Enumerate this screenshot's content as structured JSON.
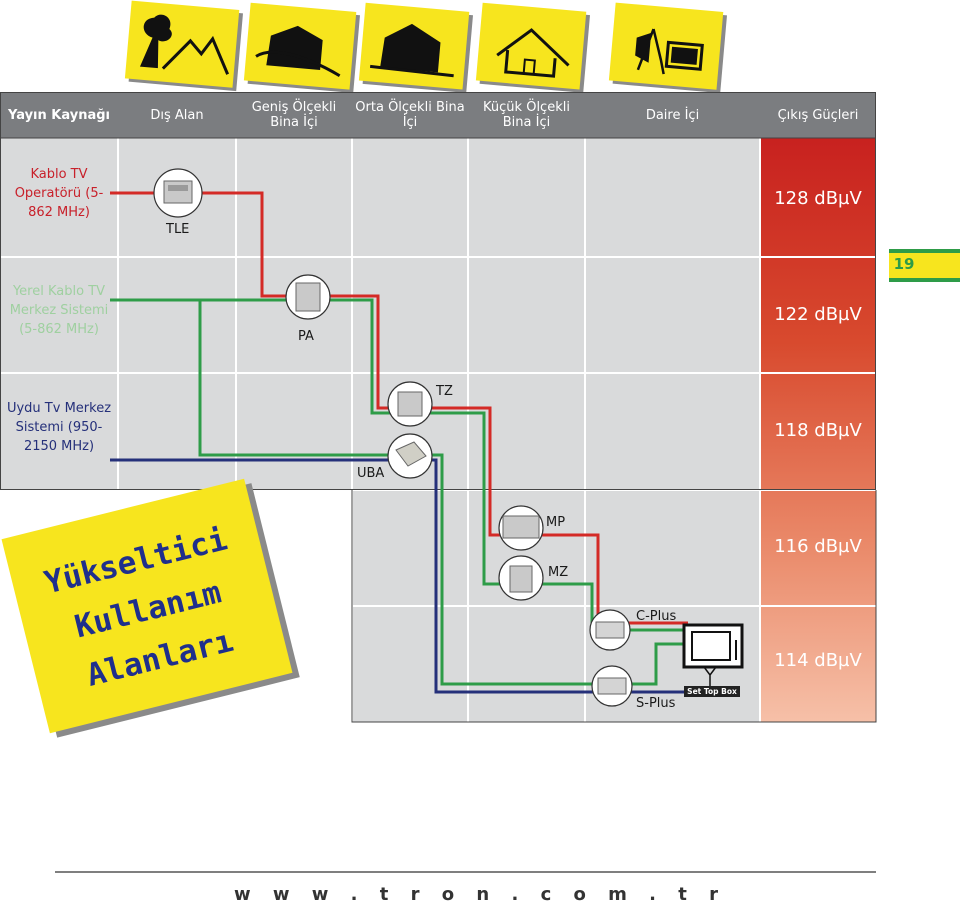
{
  "header": {
    "source": "Yayın Kaynağı",
    "columns": [
      "Dış Alan",
      "Geniş Ölçekli Bina İçi",
      "Orta Ölçekli Bina İçi",
      "Küçük Ölçekli Bina İçi",
      "Daire İçi"
    ],
    "output": "Çıkış Güçleri"
  },
  "sources": {
    "cable": "Kablo TV Operatörü (5-862 MHz)",
    "local": "Yerel Kablo TV Merkez Sistemi (5-862 MHz)",
    "satellite": "Uydu Tv Merkez Sistemi (950-2150 MHz)"
  },
  "devices": {
    "tle": "TLE",
    "pa": "PA",
    "tz": "TZ",
    "uba": "UBA",
    "mp": "MP",
    "mz": "MZ",
    "cplus": "C-Plus",
    "splus": "S-Plus",
    "stb": "Set Top Box"
  },
  "levels": [
    "128 dBµV",
    "122 dBµV",
    "118 dBµV",
    "116 dBµV",
    "114 dBµV"
  ],
  "page_number": "19",
  "note": [
    "Yükseltici",
    "Kullanım",
    "Alanları"
  ],
  "footer": "w w w . t r o n . c o m . t r",
  "colors": {
    "header_bg": "#7b7d80",
    "grid_bg": "#d9dadb",
    "cable_text": "#c8202a",
    "local_text": "#78b57a",
    "satellite_text": "#25307a",
    "red_line": "#d42a26",
    "green_line": "#2e9c48",
    "blue_line": "#25307a",
    "note_yellow": "#f7e51e",
    "note_text": "#1f2f8c"
  }
}
